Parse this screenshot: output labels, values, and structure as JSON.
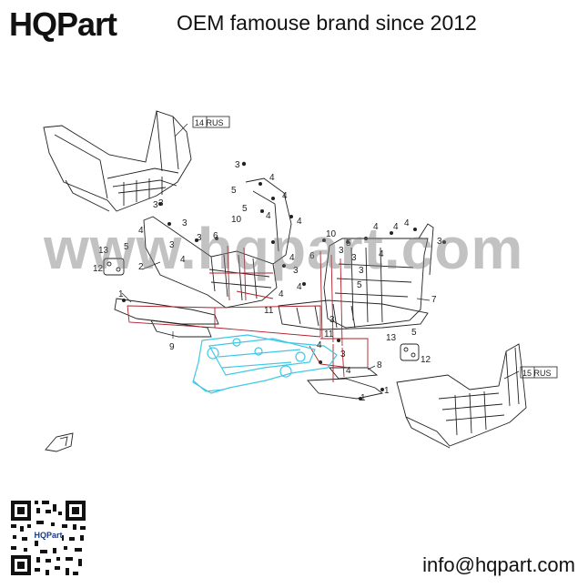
{
  "header": {
    "brand": "HQPart",
    "slogan": "OEM famouse brand since 2012"
  },
  "watermark": {
    "text": "www.hqpart.com"
  },
  "footer": {
    "email": "info@hqpart.com",
    "qr_label": "HQPart"
  },
  "diagram": {
    "callouts": {
      "c1": "1",
      "c2": "2",
      "c3": "3",
      "c4": "4",
      "c5": "5",
      "c6": "6",
      "c7": "7",
      "c8": "8",
      "c9": "9",
      "c10": "10",
      "c11": "11",
      "c12": "12",
      "c13": "13"
    },
    "tags": {
      "left_footrest": "14 RUS",
      "right_footrest": "15 RUS"
    }
  },
  "colors": {
    "text": "#111111",
    "line_drawing": "#222222",
    "highlight": "#b0202a",
    "frame": "#3ec8e8",
    "watermark": "#8a8a8a"
  },
  "icons": {
    "front_arrow": "front-direction-arrow-icon"
  }
}
